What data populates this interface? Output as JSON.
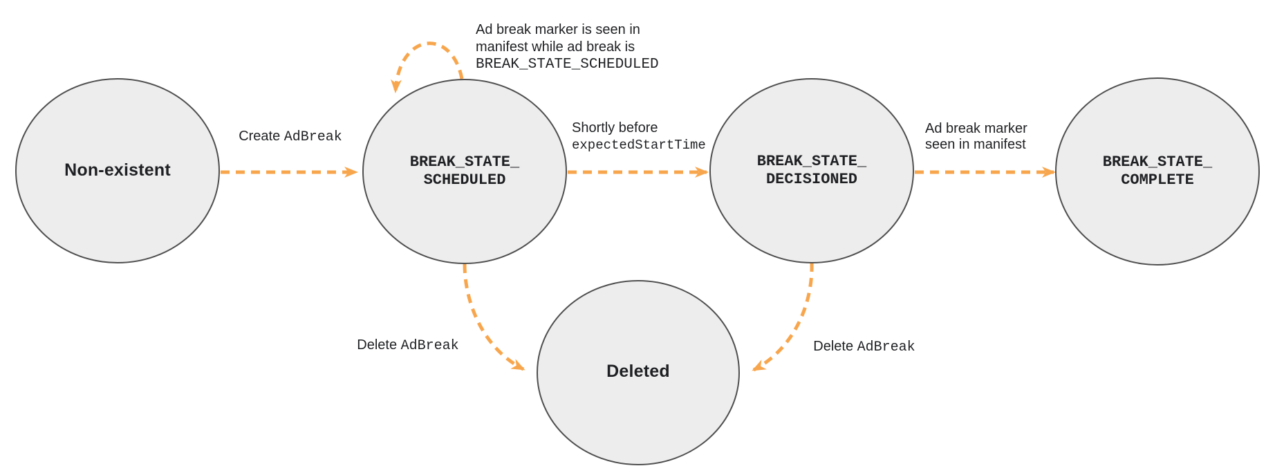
{
  "diagram": {
    "colors": {
      "edge": "#F8A64D",
      "node_fill": "#EDEDED",
      "node_border": "#4F4F4F",
      "text": "#1F2023"
    },
    "nodes": {
      "non_existent": {
        "label": "Non-existent"
      },
      "scheduled": {
        "line1": "BREAK_STATE_",
        "line2": "SCHEDULED"
      },
      "decisioned": {
        "line1": "BREAK_STATE_",
        "line2": "DECISIONED"
      },
      "complete": {
        "line1": "BREAK_STATE_",
        "line2": "COMPLETE"
      },
      "deleted": {
        "label": "Deleted"
      }
    },
    "edges": {
      "create": {
        "label_plain": "Create",
        "label_code": "AdBreak"
      },
      "self_loop": {
        "line1": "Ad break marker is seen in",
        "line2": "manifest while ad break is",
        "line3": "BREAK_STATE_SCHEDULED"
      },
      "decision": {
        "line1": "Shortly before",
        "line2": "expectedStartTime"
      },
      "complete": {
        "line1": "Ad break marker",
        "line2": "seen in manifest"
      },
      "delete_left": {
        "label_plain": "Delete",
        "label_code": "AdBreak"
      },
      "delete_right": {
        "label_plain": "Delete",
        "label_code": "AdBreak"
      }
    }
  }
}
